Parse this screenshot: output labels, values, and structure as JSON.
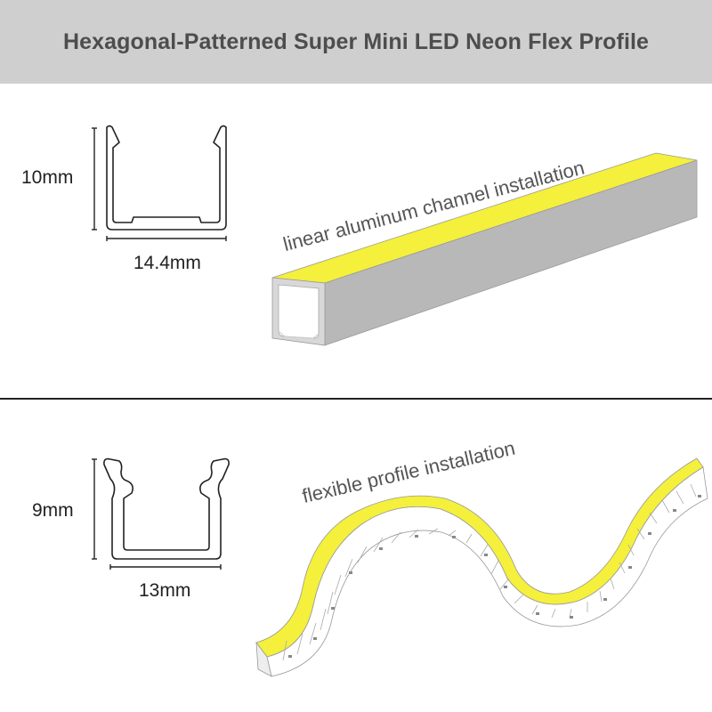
{
  "title": "Hexagonal-Patterned Super Mini LED Neon Flex Profile",
  "sections": [
    {
      "height_dim": "10mm",
      "width_dim": "14.4mm",
      "caption": "linear aluminum channel installation"
    },
    {
      "height_dim": "9mm",
      "width_dim": "13mm",
      "caption": "flexible profile installation"
    }
  ],
  "colors": {
    "header_bg": "#cfcfcf",
    "title_text": "#4d4d4d",
    "led_yellow": "#f4f03c",
    "channel_gray": "#b8b8b8"
  }
}
